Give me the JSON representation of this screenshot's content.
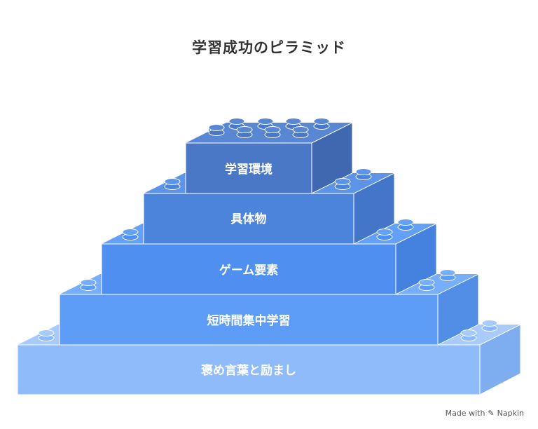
{
  "title": "学習成功のピラミッド",
  "levels": [
    {
      "label": "学習環境",
      "front": "#4a78c6",
      "top": "#5a87d3",
      "side": "#3f68b0"
    },
    {
      "label": "具体物",
      "front": "#4c84dc",
      "top": "#5e94e8",
      "side": "#4376c9"
    },
    {
      "label": "ゲーム要素",
      "front": "#4e8ff0",
      "top": "#64a0f5",
      "side": "#4581de"
    },
    {
      "label": "短時間集中学習",
      "front": "#5e9df7",
      "top": "#76aefa",
      "side": "#538ee6"
    },
    {
      "label": "褒め言葉と励まし",
      "front": "#8fbbfa",
      "top": "#a8cbfc",
      "side": "#7eaef0"
    }
  ],
  "footer": {
    "made_with": "Made with",
    "logo_glyph": "✎",
    "brand": "Napkin"
  }
}
